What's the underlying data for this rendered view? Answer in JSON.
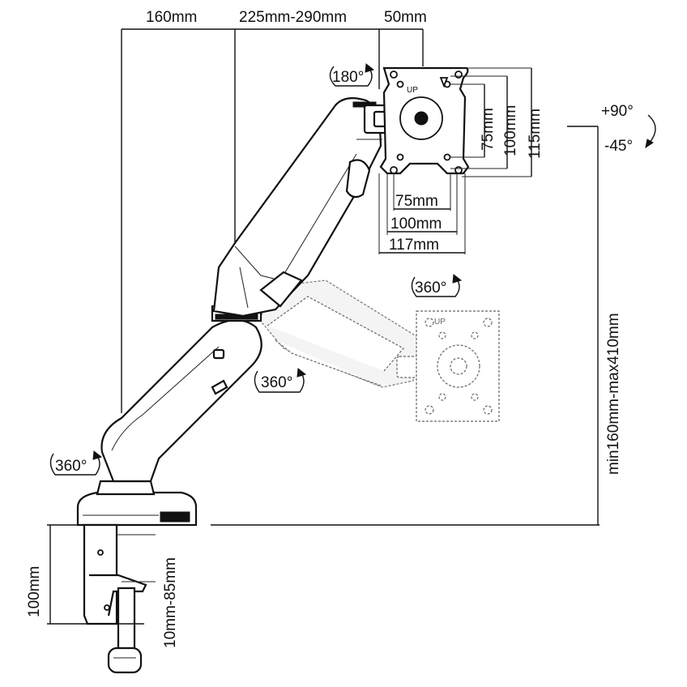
{
  "dimensions": {
    "top_left": "160mm",
    "top_middle": "225mm-290mm",
    "top_right": "50mm",
    "plate_v_75": "75mm",
    "plate_v_100": "100mm",
    "plate_v_115": "115mm",
    "plate_h_75": "75mm",
    "plate_h_100": "100mm",
    "plate_h_117": "117mm",
    "height_range": "min160mm-max410mm",
    "clamp_height": "100mm",
    "clamp_thickness": "10mm-85mm"
  },
  "rotations": {
    "plate_top": "180°",
    "plate_ghost": "360°",
    "elbow": "360°",
    "base": "360°",
    "tilt_up": "+90°",
    "tilt_down": "-45°"
  },
  "plate_label": "UP"
}
